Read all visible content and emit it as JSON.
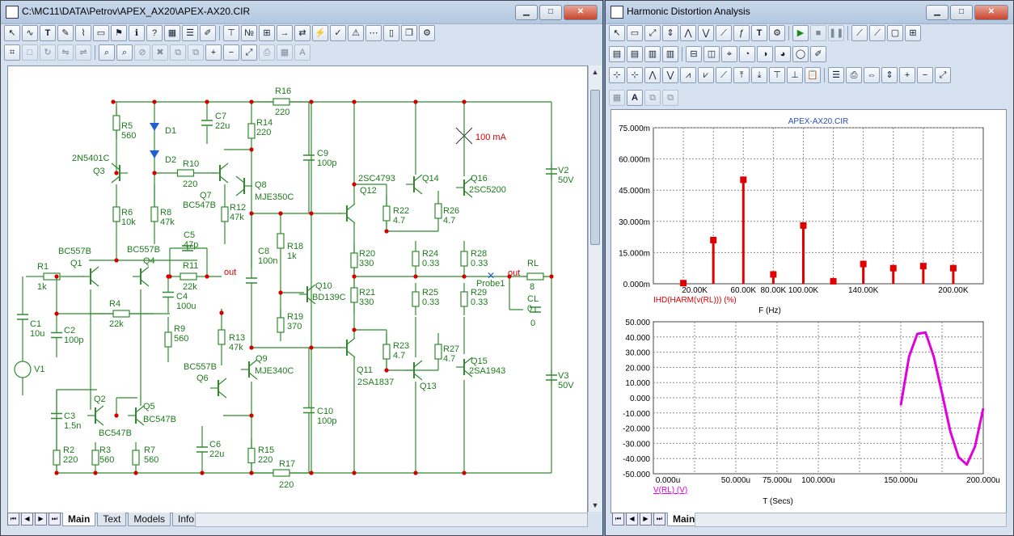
{
  "schematic_window": {
    "title": "C:\\MC11\\DATA\\Petrov\\APEX_AX20\\APEX-AX20.CIR",
    "tabs": [
      "Main",
      "Text",
      "Models",
      "Info"
    ],
    "active_tab": "Main"
  },
  "schematic": {
    "components": [
      {
        "ref": "R16",
        "value": "220"
      },
      {
        "ref": "R5",
        "value": "560"
      },
      {
        "ref": "D1",
        "value": ""
      },
      {
        "ref": "D2",
        "value": ""
      },
      {
        "ref": "C7",
        "value": "22u"
      },
      {
        "ref": "R14",
        "value": "220"
      },
      {
        "ref": "Q3",
        "value": "2N5401C"
      },
      {
        "ref": "R10",
        "value": "220"
      },
      {
        "ref": "Q8",
        "value": "MJE350C"
      },
      {
        "ref": "Q7",
        "value": "BC547B"
      },
      {
        "ref": "R12",
        "value": "47k"
      },
      {
        "ref": "R6",
        "value": "10k"
      },
      {
        "ref": "R8",
        "value": "47k"
      },
      {
        "ref": "C9",
        "value": "100p"
      },
      {
        "ref": "Q12",
        "value": "2SC4793"
      },
      {
        "ref": "Q14",
        "value": ""
      },
      {
        "ref": "Q16",
        "value": "2SC5200"
      },
      {
        "ref": "R22",
        "value": "4.7"
      },
      {
        "ref": "R26",
        "value": "4.7"
      },
      {
        "ref": "V2",
        "value": "50V"
      },
      {
        "ref": "Q1",
        "value": "BC557B"
      },
      {
        "ref": "Q4",
        "value": "BC557B"
      },
      {
        "ref": "C5",
        "value": "47p"
      },
      {
        "ref": "R11",
        "value": "22k"
      },
      {
        "ref": "R1",
        "value": "1k"
      },
      {
        "ref": "C8",
        "value": "100n"
      },
      {
        "ref": "R18",
        "value": "1k"
      },
      {
        "ref": "R20",
        "value": "330"
      },
      {
        "ref": "R24",
        "value": "0.33"
      },
      {
        "ref": "R28",
        "value": "0.33"
      },
      {
        "ref": "RL",
        "value": "8"
      },
      {
        "ref": "CL",
        "value": "0"
      },
      {
        "ref": "C4",
        "value": "100u"
      },
      {
        "ref": "R4",
        "value": "22k"
      },
      {
        "ref": "C1",
        "value": "10u"
      },
      {
        "ref": "C2",
        "value": "100p"
      },
      {
        "ref": "R9",
        "value": "560"
      },
      {
        "ref": "Q10",
        "value": "BD139C"
      },
      {
        "ref": "R21",
        "value": "330"
      },
      {
        "ref": "R25",
        "value": "0.33"
      },
      {
        "ref": "R29",
        "value": "0.33"
      },
      {
        "ref": "R19",
        "value": "370"
      },
      {
        "ref": "V1",
        "value": ""
      },
      {
        "ref": "R13",
        "value": "47k"
      },
      {
        "ref": "Q9",
        "value": "MJE340C"
      },
      {
        "ref": "Q6",
        "value": "BC557B"
      },
      {
        "ref": "R23",
        "value": "4.7"
      },
      {
        "ref": "R27",
        "value": "4.7"
      },
      {
        "ref": "Q11",
        "value": "2SA1837"
      },
      {
        "ref": "Q13",
        "value": ""
      },
      {
        "ref": "Q15",
        "value": "2SA1943"
      },
      {
        "ref": "V3",
        "value": "50V"
      },
      {
        "ref": "Q2",
        "value": ""
      },
      {
        "ref": "Q5",
        "value": "BC547B"
      },
      {
        "ref": "C3",
        "value": "1.5n"
      },
      {
        "ref": "C10",
        "value": "100p"
      },
      {
        "ref": "C6",
        "value": "22u"
      },
      {
        "ref": "R2",
        "value": "220"
      },
      {
        "ref": "R3",
        "value": "560"
      },
      {
        "ref": "R7",
        "value": "560"
      },
      {
        "ref": "R15",
        "value": "220"
      },
      {
        "ref": "R17",
        "value": "220"
      }
    ],
    "q2_label_bottom": "BC547B",
    "probe_label": "Probe1",
    "out_label_1": "out",
    "out_label_2": "out",
    "current_marker": "100 mA"
  },
  "analysis_window": {
    "title": "Harmonic Distortion Analysis",
    "tabs": [
      "Main"
    ],
    "active_tab": "Main"
  },
  "colors": {
    "schematic_wire": "#2e8b2e",
    "junction": "#d40000",
    "label_green": "#1e7a1e",
    "harmonic_bar": "#e00000",
    "waveform": "#e000e0"
  },
  "chart_data": [
    {
      "type": "bar",
      "title": "APEX-AX20.CIR",
      "xlabel": "F (Hz)",
      "series_label": "IHD(HARM(v(RL))) (%)",
      "xlim": [
        0,
        220
      ],
      "ylim": [
        0,
        0.075
      ],
      "x_tick_labels": [
        "20.00K",
        "60.00K",
        "80.00K",
        "100.00K",
        "140.00K",
        "200.00K"
      ],
      "y_tick_labels": [
        "75.000m",
        "60.000m",
        "45.000m",
        "30.000m",
        "15.000m",
        "0.000m"
      ],
      "x_khz": [
        20,
        40,
        60,
        80,
        100,
        120,
        140,
        160,
        180,
        200
      ],
      "values": [
        0.0003,
        0.021,
        0.05,
        0.0045,
        0.028,
        0.0012,
        0.0095,
        0.0075,
        0.0085,
        0.0075
      ]
    },
    {
      "type": "line",
      "xlabel": "T (Secs)",
      "series_label": "V(RL) (V)",
      "xlim": [
        0,
        200
      ],
      "ylim": [
        -50,
        50
      ],
      "x_tick_labels": [
        "0.000u",
        "50.000u",
        "75.000u",
        "100.000u",
        "150.000u",
        "200.000u"
      ],
      "y_tick_labels": [
        "50.000",
        "40.000",
        "30.000",
        "20.000",
        "10.000",
        "0.000",
        "-10.000",
        "-20.000",
        "-30.000",
        "-40.000",
        "-50.000"
      ],
      "series": [
        {
          "x_us": [
            150,
            155,
            160,
            165,
            170,
            175,
            180,
            185,
            190,
            195,
            200
          ],
          "y_v": [
            -5,
            27,
            42,
            43,
            27,
            3,
            -22,
            -39,
            -44,
            -32,
            -7
          ]
        }
      ]
    }
  ]
}
